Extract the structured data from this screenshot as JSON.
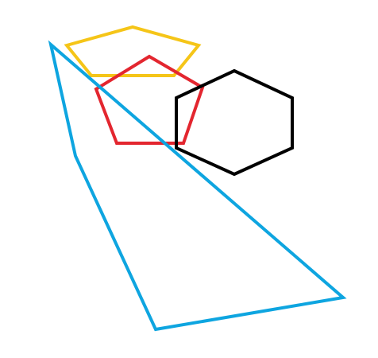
{
  "shapes": [
    {
      "name": "yellow-pentagon",
      "kind": "pentagon",
      "color": "#F5C518"
    },
    {
      "name": "red-pentagon",
      "kind": "pentagon",
      "color": "#E3262F"
    },
    {
      "name": "black-hexagon",
      "kind": "hexagon",
      "color": "#000000"
    },
    {
      "name": "blue-quadrilateral",
      "kind": "quadrilateral",
      "color": "#0EA5E0"
    }
  ]
}
